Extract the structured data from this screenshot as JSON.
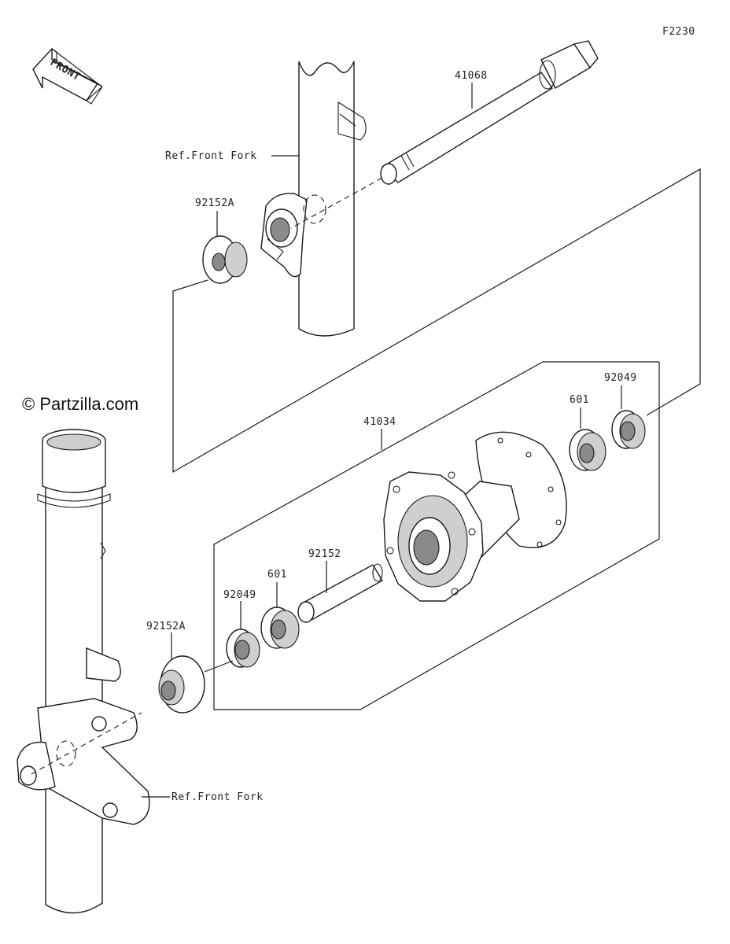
{
  "figure_code": "F2230",
  "copyright": "© Partzilla.com",
  "front_arrow_label": "FRONT",
  "parts": {
    "axle": "41068",
    "hub": "41034",
    "collar_right": "92152A",
    "collar_left": "92152A",
    "spacer": "92152",
    "bearing_right": "601",
    "bearing_left": "601",
    "seal_right": "92049",
    "seal_left": "92049"
  },
  "references": {
    "front_fork_upper": "Ref.Front Fork",
    "front_fork_lower": "Ref.Front Fork"
  }
}
